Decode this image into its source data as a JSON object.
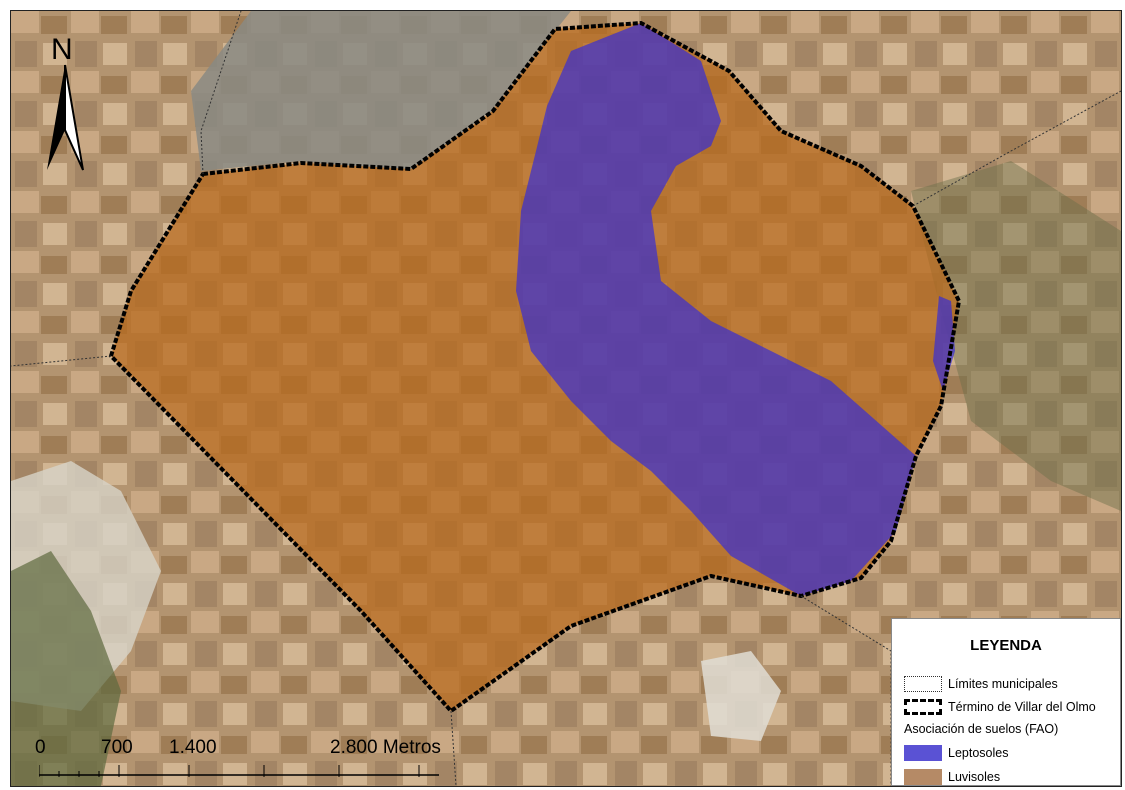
{
  "map": {
    "north_label": "N",
    "colors": {
      "leptosoles": "#3a2fd0",
      "luvisoles": "#b86a1e",
      "boundary": "#000000",
      "background_terrain": "#a88a62"
    },
    "scale_bar": {
      "labels": [
        "0",
        "700",
        "1.400",
        "2.800 Metros"
      ]
    },
    "legend": {
      "title": "LEYENDA",
      "items": [
        {
          "label": "Límites municipales",
          "symbol": "dotted-outline"
        },
        {
          "label": "Término de Villar del Olmo",
          "symbol": "thick-dashed-outline"
        }
      ],
      "subtitle": "Asociación de suelos (FAO)",
      "soil_classes": [
        {
          "label": "Leptosoles",
          "color": "#5a52d4"
        },
        {
          "label": "Luvisoles",
          "color": "#b58a66"
        }
      ]
    }
  }
}
